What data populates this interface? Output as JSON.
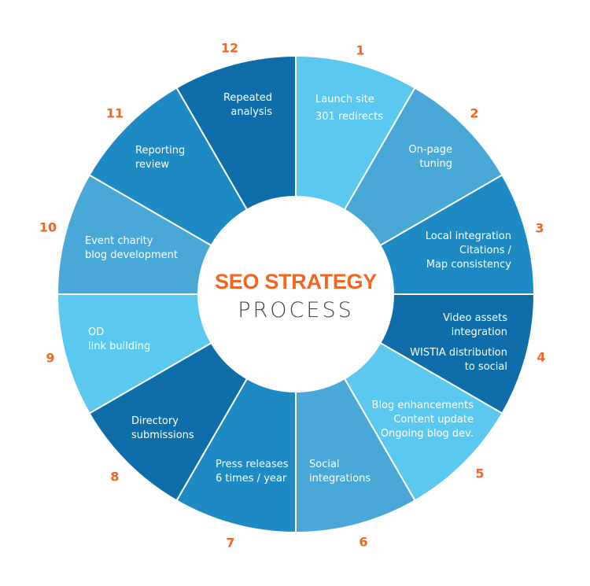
{
  "title": {
    "main": "SEO STRATEGY",
    "sub": "PROCESS",
    "main_color": "#f26522",
    "sub_color": "#444444"
  },
  "colors": {
    "light": "#5bc8f0",
    "mid_light": "#4aa8d8",
    "mid": "#1d8ac4",
    "dark": "#0f6eaa",
    "number": "#f26522",
    "divider": "#ffffff"
  },
  "segments": [
    {
      "number": "1",
      "lines": [
        "Launch site",
        "301 redirects"
      ]
    },
    {
      "number": "2",
      "lines": [
        "On-page",
        "tuning"
      ]
    },
    {
      "number": "3",
      "lines": [
        "Local integration",
        "Citations /",
        "Map consistency"
      ]
    },
    {
      "number": "4",
      "lines": [
        "Video assets",
        "integration",
        "WISTIA distribution",
        "to social"
      ]
    },
    {
      "number": "5",
      "lines": [
        "Blog enhancements",
        "Content update",
        "Ongoing blog dev."
      ]
    },
    {
      "number": "6",
      "lines": [
        "Social",
        "integrations"
      ]
    },
    {
      "number": "7",
      "lines": [
        "Press releases",
        "6 times / year"
      ]
    },
    {
      "number": "8",
      "lines": [
        "Directory",
        "submissions"
      ]
    },
    {
      "number": "9",
      "lines": [
        "OD",
        "link building"
      ]
    },
    {
      "number": "10",
      "lines": [
        "Event charity",
        "blog development"
      ]
    },
    {
      "number": "11",
      "lines": [
        "Reporting",
        "review"
      ]
    },
    {
      "number": "12",
      "lines": [
        "Repeated",
        "analysis"
      ]
    }
  ]
}
